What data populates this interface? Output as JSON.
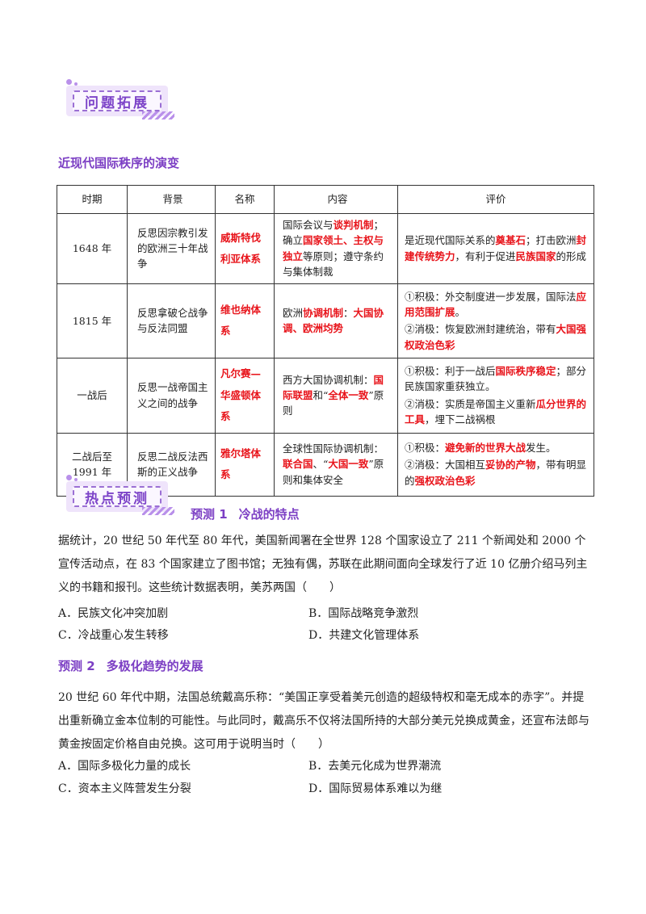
{
  "badge1": {
    "label": "问题拓展"
  },
  "badge2": {
    "label": "热点预测"
  },
  "section_title": "近现代国际秩序的演变",
  "table": {
    "headers": [
      "时期",
      "背景",
      "名称",
      "内容",
      "评价"
    ],
    "rows": [
      {
        "period": "1648 年",
        "background": "反思因宗教引发的欧洲三十年战争",
        "name": "威斯特伐利亚体系",
        "content": [
          {
            "t": "国际会议与",
            "r": false
          },
          {
            "t": "谈判机制",
            "r": true
          },
          {
            "t": "；确立",
            "r": false
          },
          {
            "t": "国家领土、主权与独立",
            "r": true
          },
          {
            "t": "等原则；遵守条约与集体制裁",
            "r": false
          }
        ],
        "eval": [
          [
            {
              "t": "是近现代国际关系的",
              "r": false
            },
            {
              "t": "奠基石",
              "r": true
            },
            {
              "t": "；打击欧洲",
              "r": false
            },
            {
              "t": "封建传统势力",
              "r": true
            },
            {
              "t": "，有利于促进",
              "r": false
            },
            {
              "t": "民族国家",
              "r": true
            },
            {
              "t": "的形成",
              "r": false
            }
          ]
        ]
      },
      {
        "period": "1815 年",
        "background": "反思拿破仑战争与反法同盟",
        "name": "维也纳体系",
        "content": [
          {
            "t": "欧洲",
            "r": false
          },
          {
            "t": "协调机制",
            "r": true
          },
          {
            "t": "：",
            "r": false
          },
          {
            "t": "大国协调、欧洲均势",
            "r": true
          }
        ],
        "eval": [
          [
            {
              "t": "①积极：外交制度进一步发展，国际法",
              "r": false
            },
            {
              "t": "应用范围扩展",
              "r": true
            },
            {
              "t": "。",
              "r": false
            }
          ],
          [
            {
              "t": "②消极：恢复欧洲封建统治，带有",
              "r": false
            },
            {
              "t": "大国强权政治色彩",
              "r": true
            }
          ]
        ]
      },
      {
        "period": "一战后",
        "background": "反思一战帝国主义之间的战争",
        "name": "凡尔赛—华盛顿体系",
        "content": [
          {
            "t": "西方大国协调机制：",
            "r": false
          },
          {
            "t": "国际联盟",
            "r": true
          },
          {
            "t": "和“",
            "r": false
          },
          {
            "t": "全体一致",
            "r": true
          },
          {
            "t": "”原则",
            "r": false
          }
        ],
        "eval": [
          [
            {
              "t": "①积极：利于一战后",
              "r": false
            },
            {
              "t": "国际秩序稳定",
              "r": true
            },
            {
              "t": "；部分民族国家重获独立。",
              "r": false
            }
          ],
          [
            {
              "t": "②消极：实质是帝国主义重新",
              "r": false
            },
            {
              "t": "瓜分世界的工具",
              "r": true
            },
            {
              "t": "，埋下二战祸根",
              "r": false
            }
          ]
        ]
      },
      {
        "period": "二战后至 1991 年",
        "background": "反思二战反法西斯的正义战争",
        "name": "雅尔塔体系",
        "content": [
          {
            "t": "全球性国际协调机制：",
            "r": false
          },
          {
            "t": "联合国",
            "r": true
          },
          {
            "t": "、“",
            "r": false
          },
          {
            "t": "大国一致",
            "r": true
          },
          {
            "t": "”原则和集体安全",
            "r": false
          }
        ],
        "eval": [
          [
            {
              "t": "①积极：",
              "r": false
            },
            {
              "t": "避免新的世界大战",
              "r": true
            },
            {
              "t": "发生。",
              "r": false
            }
          ],
          [
            {
              "t": "②消极：大国相互",
              "r": false
            },
            {
              "t": "妥协的产物",
              "r": true
            },
            {
              "t": "，带有明显的",
              "r": false
            },
            {
              "t": "强权政治色彩",
              "r": true
            }
          ]
        ]
      }
    ]
  },
  "pred1": {
    "num": "预测 1",
    "title": "冷战的特点",
    "text": "据统计，20 世纪 50 年代至 80 年代，美国新闻署在全世界 128 个国家设立了 211 个新闻处和 2000 个宣传活动点，在 83 个国家建立了图书馆；无独有偶，苏联在此期间面向全球发行了近 10 亿册介绍马列主义的书籍和报刊。这些统计数据表明，美苏两国（　　）",
    "options": [
      "A．民族文化冲突加剧",
      "B．国际战略竞争激烈",
      "C．冷战重心发生转移",
      "D．共建文化管理体系"
    ]
  },
  "pred2": {
    "num": "预测 2",
    "title": "多极化趋势的发展",
    "text": "20 世纪 60 年代中期，法国总统戴高乐称：“美国正享受着美元创造的超级特权和毫无成本的赤字”。并提出重新确立金本位制的可能性。与此同时，戴高乐不仅将法国所持的大部分美元兑换成黄金，还宣布法郎与黄金按固定价格自由兑换。这可用于说明当时（　　）",
    "options": [
      "A．国际多极化力量的成长",
      "B．去美元化成为世界潮流",
      "C．资本主义阵营发生分裂",
      "D．国际贸易体系难以为继"
    ]
  },
  "colors": {
    "accent": "#7c3fc4",
    "highlight": "#e8141b",
    "badge_bg": "#efe4fb"
  }
}
